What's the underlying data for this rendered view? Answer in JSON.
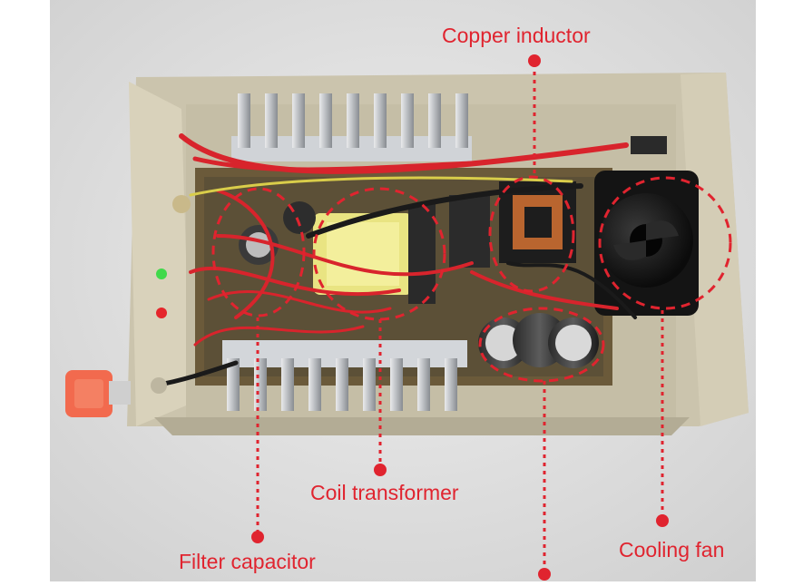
{
  "callouts": {
    "copper_inductor": "Copper inductor",
    "coil_transformer": "Coil transformer",
    "filter_capacitor": "Filter capacitor",
    "cooling_fan": "Cooling fan"
  },
  "colors": {
    "callout_red": "#e0242f",
    "background": "#d9d9d9",
    "casing": "#cfc8b2",
    "heatsink": "#c9ccd0",
    "wire_red": "#d8242c",
    "wire_black": "#1a1a1a"
  },
  "icons": {
    "cooling_fan": "fan-icon",
    "coil_transformer": "transformer-icon",
    "copper_inductor": "inductor-icon",
    "filter_capacitor": "capacitor-icon"
  }
}
